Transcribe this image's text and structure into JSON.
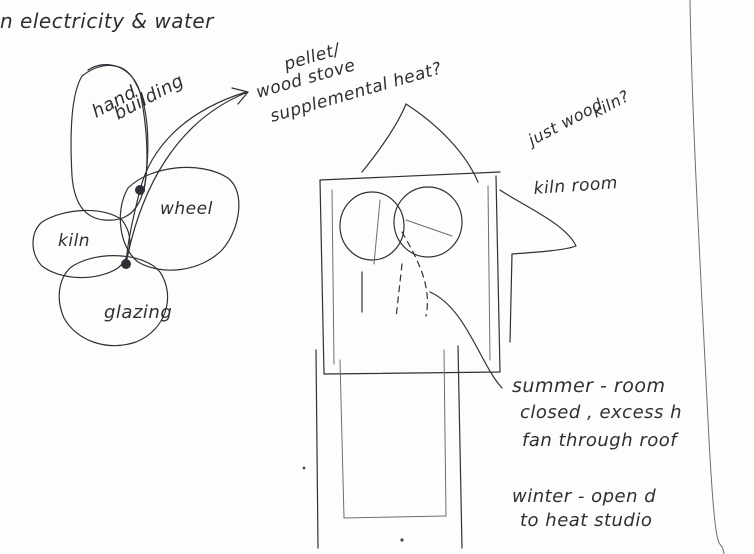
{
  "header": {
    "note": "n electricity & water"
  },
  "bubbles": {
    "hand_building": "hand\nbuilding",
    "wheel": "wheel",
    "kiln": "kiln",
    "glazing": "glazing"
  },
  "annotations": {
    "heat_line1": "pellet/",
    "heat_line2": "wood stove",
    "heat_line3": "supplemental heat?",
    "wood_kiln_line1": "just wood",
    "wood_kiln_line2": "kiln?",
    "kiln_room": "kiln room",
    "summer_line1": "summer - room",
    "summer_line2": "closed , excess h",
    "summer_line3": "fan through roof",
    "winter_line1": "winter - open d",
    "winter_line2": "to heat studio"
  }
}
